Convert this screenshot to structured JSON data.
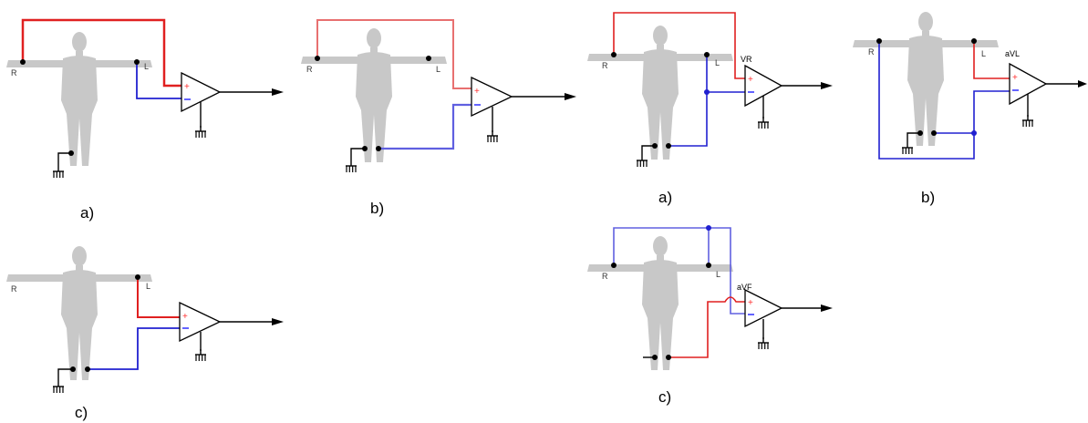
{
  "left_group": {
    "panels": [
      {
        "caption": "a)",
        "electrode_right": "R",
        "electrode_left": "L"
      },
      {
        "caption": "b)",
        "electrode_right": "R",
        "electrode_left": "L"
      },
      {
        "caption": "c)",
        "electrode_right": "R",
        "electrode_left": "L"
      }
    ]
  },
  "right_group": {
    "panels": [
      {
        "caption": "a)",
        "electrode_right": "R",
        "electrode_left": "L",
        "amp_label": "VR"
      },
      {
        "caption": "b)",
        "electrode_right": "R",
        "electrode_left": "L",
        "amp_label": "aVL"
      },
      {
        "caption": "c)",
        "electrode_right": "R",
        "electrode_left": "L",
        "amp_label": "aVF"
      }
    ]
  },
  "colors": {
    "positive_wire": "#e02020",
    "negative_wire": "#2020d0",
    "body": "#c8c8c8",
    "positive_sign": "#ff3030",
    "negative_sign": "#3030ff"
  }
}
